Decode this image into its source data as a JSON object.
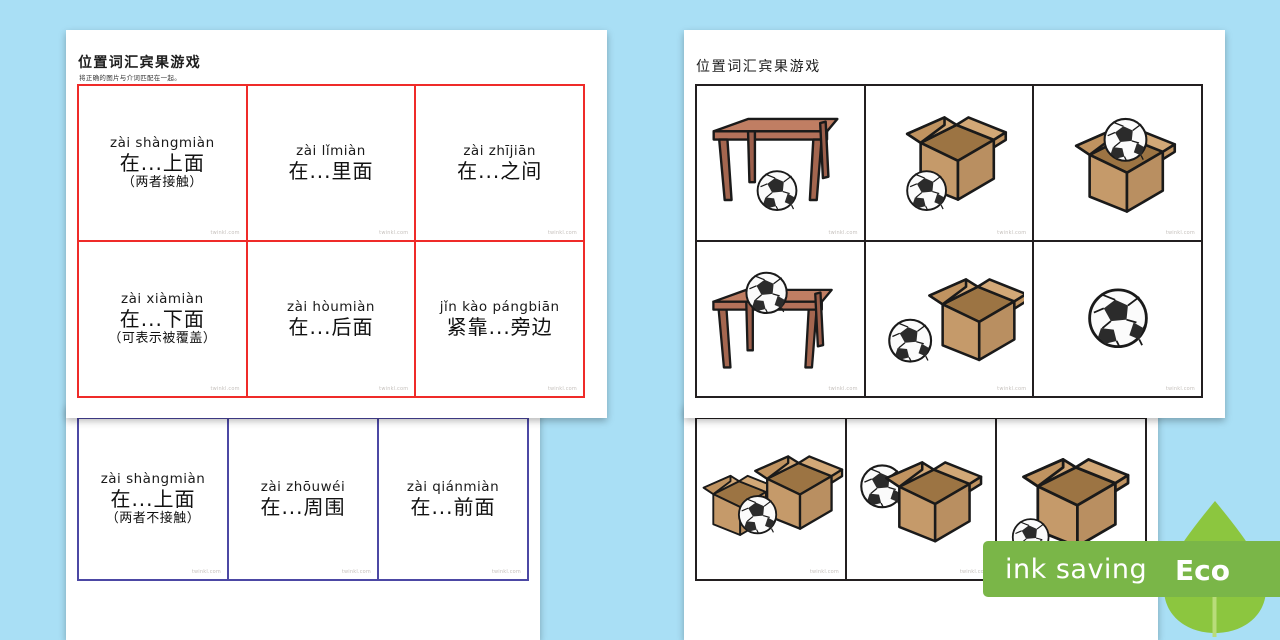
{
  "background_color": "#a9dff5",
  "pages": {
    "left_front": {
      "title": "位置词汇宾果游戏",
      "subtitle": "将正确的图片与介词匹配在一起。",
      "border_color": "#ef2b29",
      "cards": [
        {
          "pinyin": "zài   shàngmiàn",
          "hanzi": "在...上面",
          "note": "（两者接触）",
          "watermark": "twinkl.com"
        },
        {
          "pinyin": "zài    lǐmiàn",
          "hanzi": "在...里面",
          "note": "",
          "watermark": "twinkl.com"
        },
        {
          "pinyin": "zài    zhījiān",
          "hanzi": "在...之间",
          "note": "",
          "watermark": "twinkl.com"
        },
        {
          "pinyin": "zài   xiàmiàn",
          "hanzi": "在...下面",
          "note": "（可表示被覆盖）",
          "watermark": "twinkl.com"
        },
        {
          "pinyin": "zài   hòumiàn",
          "hanzi": "在...后面",
          "note": "",
          "watermark": "twinkl.com"
        },
        {
          "pinyin": "jǐn kào  pángbiān",
          "hanzi": "紧靠...旁边",
          "note": "",
          "watermark": "twinkl.com"
        }
      ]
    },
    "left_back": {
      "border_color": "#4c48a4",
      "cards": [
        {
          "pinyin": "zài   shàngmiàn",
          "hanzi": "在...上面",
          "note": "（两者不接触）",
          "watermark": "twinkl.com"
        },
        {
          "pinyin": "zài   zhōuwéi",
          "hanzi": "在...周围",
          "note": "",
          "watermark": "twinkl.com"
        },
        {
          "pinyin": "zài   qiánmiàn",
          "hanzi": "在...前面",
          "note": "",
          "watermark": "twinkl.com"
        }
      ]
    },
    "right_front": {
      "title": "位置词汇宾果游戏",
      "border_color": "#231f20",
      "cards": [
        {
          "picture": "ball-under-table",
          "watermark": "twinkl.com"
        },
        {
          "picture": "ball-in-front-of-box",
          "watermark": "twinkl.com"
        },
        {
          "picture": "ball-inside-box",
          "watermark": "twinkl.com"
        },
        {
          "picture": "ball-on-table",
          "watermark": "twinkl.com"
        },
        {
          "picture": "ball-beside-box",
          "watermark": "twinkl.com"
        },
        {
          "picture": "ball-alone",
          "watermark": "twinkl.com"
        }
      ]
    },
    "right_back": {
      "border_color": "#231f20",
      "cards": [
        {
          "picture": "ball-between-two-boxes",
          "watermark": "twinkl.com"
        },
        {
          "picture": "ball-behind-box",
          "watermark": "twinkl.com"
        },
        {
          "picture": "box-with-ball",
          "watermark": "twinkl.com"
        }
      ]
    }
  },
  "eco_badge": {
    "ink_label": "ink saving",
    "eco_label": "Eco",
    "bar_color": "#7ab648",
    "leaf_color": "#8cc63f"
  },
  "colors": {
    "table_top": "#b4715a",
    "table_leg": "#a4664f",
    "box_light": "#d2a877",
    "box_mid": "#c59a6a",
    "box_dark": "#b98f61",
    "outline": "#1a1a1a",
    "ball_white": "#fbfbfb",
    "ball_black": "#2b2b2b"
  }
}
